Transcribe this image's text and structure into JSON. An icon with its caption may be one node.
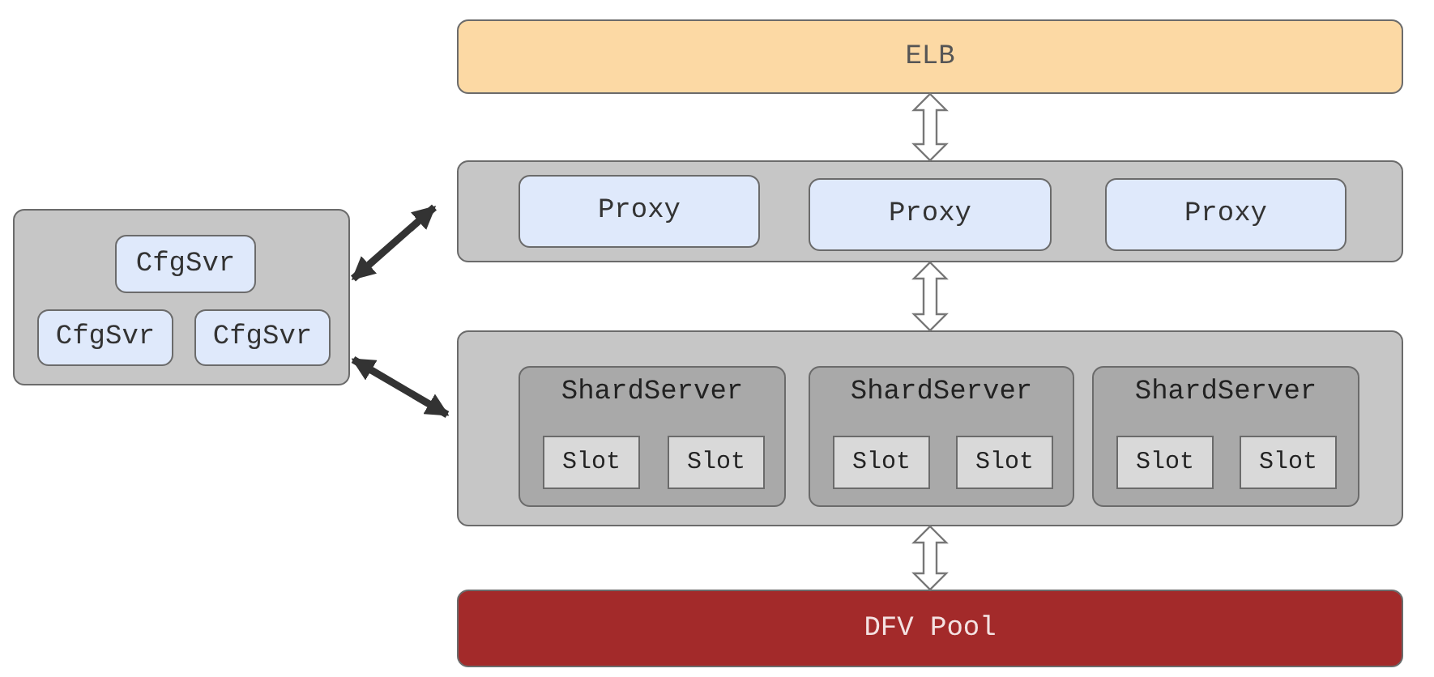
{
  "diagram": {
    "nodes": [
      {
        "text": [
          "ELB"
        ]
      },
      {
        "text": [],
        "shape": "box"
      },
      {
        "text": [
          "Proxy"
        ],
        "in": 1
      },
      {
        "text": [
          "Proxy"
        ],
        "in": 1
      },
      {
        "text": [
          "Proxy"
        ],
        "in": 1
      },
      {
        "text": [],
        "shape": "box"
      },
      {
        "text": [
          "ShardServer"
        ],
        "in": 5
      },
      {
        "text": [
          "Slot"
        ],
        "in": 6
      },
      {
        "text": [
          "Slot"
        ],
        "in": 6
      },
      {
        "text": [
          "ShardServer"
        ],
        "in": 5
      },
      {
        "text": [
          "Slot"
        ],
        "in": 9
      },
      {
        "text": [
          "Slot"
        ],
        "in": 9
      },
      {
        "text": [
          "ShardServer"
        ],
        "in": 5
      },
      {
        "text": [
          "Slot"
        ],
        "in": 12
      },
      {
        "text": [
          "Slot"
        ],
        "in": 12
      },
      {
        "text": [
          "DFV Pool"
        ]
      },
      {
        "text": [],
        "shape": "box"
      },
      {
        "text": [
          "CfgSvr"
        ],
        "in": 16
      },
      {
        "text": [
          "CfgSvr"
        ],
        "in": 16
      },
      {
        "text": [
          "CfgSvr"
        ],
        "in": 16
      }
    ],
    "edges": [
      {
        "from": 0,
        "to": 1,
        "arrow": "both"
      },
      {
        "from": 1,
        "to": 5,
        "arrow": "both"
      },
      {
        "from": 5,
        "to": 15,
        "arrow": "both"
      },
      {
        "from": 16,
        "to": 1,
        "arrow": "both"
      },
      {
        "from": 16,
        "to": 5,
        "arrow": "both"
      }
    ]
  }
}
